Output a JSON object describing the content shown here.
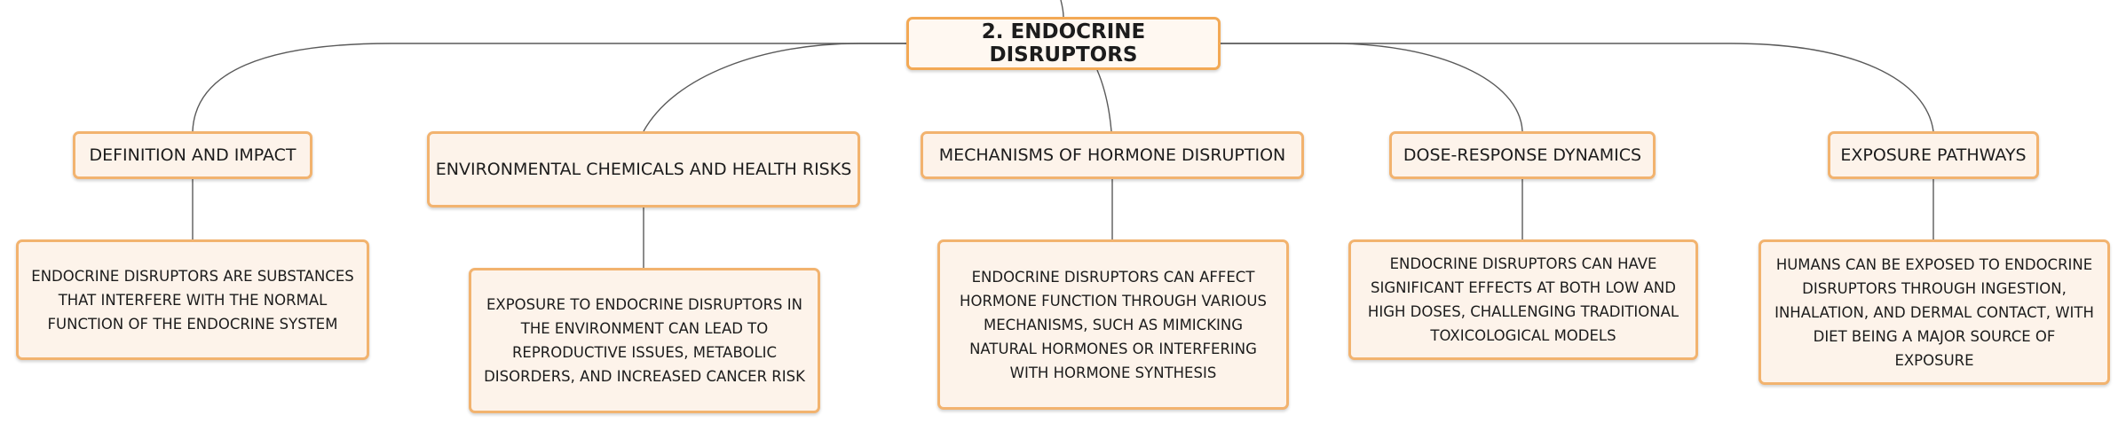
{
  "root": {
    "label": "2. ENDOCRINE DISRUPTORS"
  },
  "topics": [
    {
      "title": "DEFINITION AND IMPACT",
      "detail": "ENDOCRINE DISRUPTORS ARE SUBSTANCES THAT INTERFERE WITH THE NORMAL FUNCTION OF THE ENDOCRINE SYSTEM"
    },
    {
      "title": "ENVIRONMENTAL CHEMICALS AND HEALTH RISKS",
      "detail": "EXPOSURE TO ENDOCRINE DISRUPTORS IN THE ENVIRONMENT CAN LEAD TO REPRODUCTIVE ISSUES, METABOLIC DISORDERS, AND INCREASED CANCER RISK"
    },
    {
      "title": "MECHANISMS OF HORMONE DISRUPTION",
      "detail": "ENDOCRINE DISRUPTORS CAN AFFECT HORMONE FUNCTION THROUGH VARIOUS MECHANISMS, SUCH AS MIMICKING NATURAL HORMONES OR INTERFERING WITH HORMONE SYNTHESIS"
    },
    {
      "title": "DOSE-RESPONSE DYNAMICS",
      "detail": "ENDOCRINE DISRUPTORS CAN HAVE SIGNIFICANT EFFECTS AT BOTH LOW AND HIGH DOSES, CHALLENGING TRADITIONAL TOXICOLOGICAL MODELS"
    },
    {
      "title": "EXPOSURE PATHWAYS",
      "detail": "HUMANS CAN BE EXPOSED TO ENDOCRINE DISRUPTORS THROUGH INGESTION, INHALATION, AND DERMAL CONTACT, WITH DIET BEING A MAJOR SOURCE OF EXPOSURE"
    }
  ],
  "colors": {
    "node_fill": "#fdf3ea",
    "node_border": "#f2b36f",
    "root_border": "#f3a955",
    "connector": "#5a5a5a",
    "text": "#1c1c1c"
  }
}
